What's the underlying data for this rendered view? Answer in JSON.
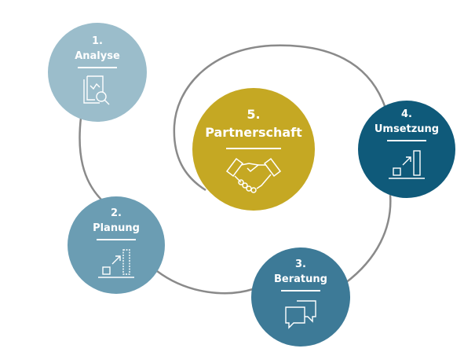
{
  "steps": [
    {
      "number": "1.",
      "label": "Analyse",
      "icon": "document-magnifier-icon",
      "color": "#9bbdcb"
    },
    {
      "number": "2.",
      "label": "Planung",
      "icon": "growth-plan-icon",
      "color": "#6b9db3"
    },
    {
      "number": "3.",
      "label": "Beratung",
      "icon": "chat-bubbles-icon",
      "color": "#3d7a97"
    },
    {
      "number": "4.",
      "label": "Umsetzung",
      "icon": "growth-bar-icon",
      "color": "#0f5a7a"
    },
    {
      "number": "5.",
      "label": "Partnerschaft",
      "icon": "handshake-icon",
      "color": "#c5a823"
    }
  ],
  "connector_color": "#8a8a8a"
}
